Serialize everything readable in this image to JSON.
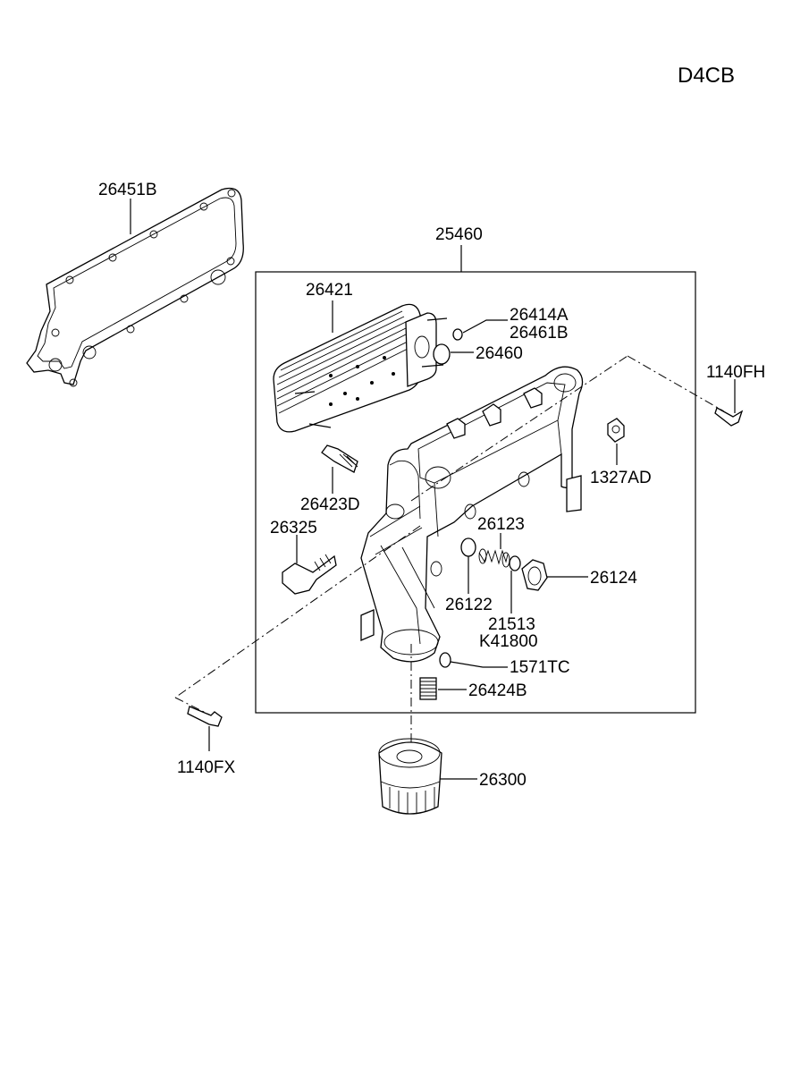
{
  "engine_code": "D4CB",
  "labels": {
    "gasket": "26451B",
    "assembly": "25460",
    "cooler": "26421",
    "oring_a": "26414A",
    "oring_b": "26461B",
    "oring_c": "26460",
    "bolt_fh": "1140FH",
    "nut": "1327AD",
    "stud": "26423D",
    "sensor": "26325",
    "spring": "26123",
    "plug": "26124",
    "valve": "26122",
    "ring_a": "21513",
    "ring_b": "K41800",
    "oring_d": "1571TC",
    "fitting": "26424B",
    "bolt_fx": "1140FX",
    "filter": "26300"
  }
}
